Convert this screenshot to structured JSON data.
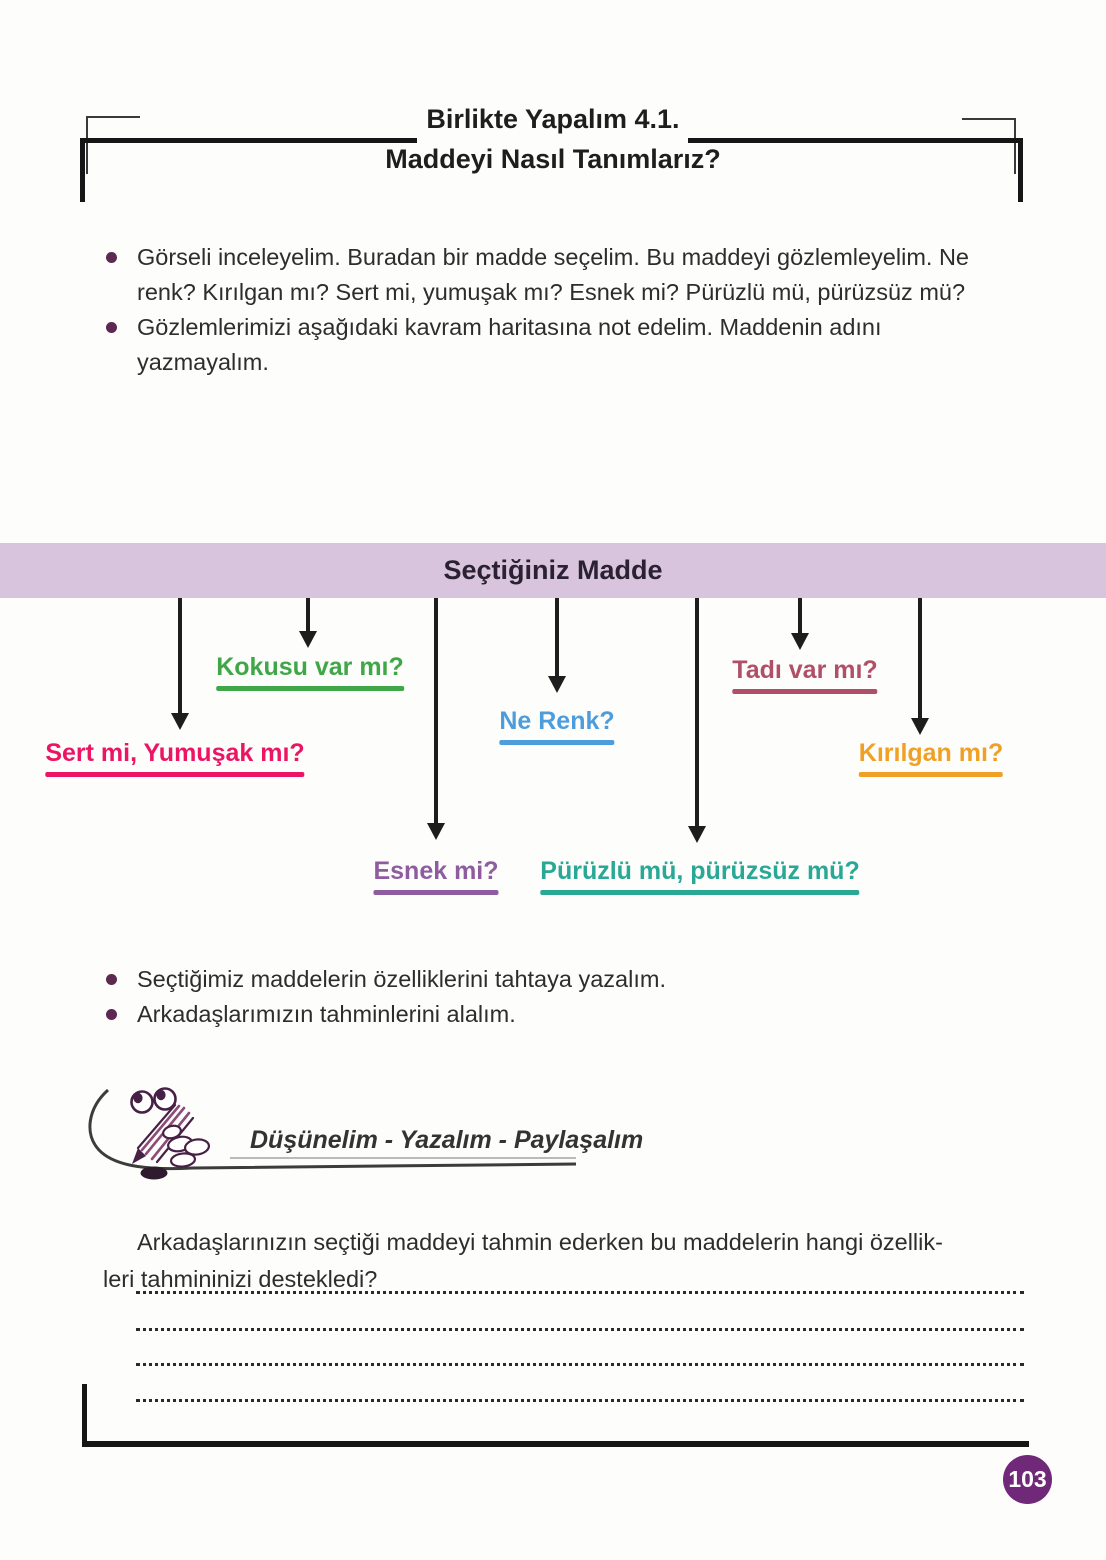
{
  "header": {
    "title": "Birlikte Yapalım 4.1.",
    "subtitle": "Maddeyi Nasıl Tanımlarız?"
  },
  "intro_bullets": [
    "Görseli inceleyelim. Buradan bir madde seçelim. Bu maddeyi gözlemleyelim. Ne renk? Kırılgan mı? Sert mi, yumuşak mı? Esnek mi? Pürüzlü mü, pürüzsüz mü?",
    "Gözlemlerimizi aşağıdaki kavram haritasına not edelim. Maddenin adını yazmayalım."
  ],
  "concept_map": {
    "root_label": "Seçtiğiniz Madde",
    "band_color": "#D8C4DC",
    "nodes": [
      {
        "label": "Sert mi, Yumuşak mı?",
        "color": "#EC1564"
      },
      {
        "label": "Kokusu var mı?",
        "color": "#3FA747"
      },
      {
        "label": "Esnek mi?",
        "color": "#8E5C9F"
      },
      {
        "label": "Ne Renk?",
        "color": "#4D9DDC"
      },
      {
        "label": "Pürüzlü mü, pürüzsüz mü?",
        "color": "#29A896"
      },
      {
        "label": "Tadı var mı?",
        "color": "#B04F66"
      },
      {
        "label": "Kırılgan mı?",
        "color": "#F0A125"
      }
    ]
  },
  "board_bullets": [
    "Seçtiğimiz maddelerin özelliklerini tahtaya yazalım.",
    "Arkadaşlarımızın tahminlerini alalım."
  ],
  "think_section": {
    "icon": "eyes-pencil-doodle-icon",
    "title": "Düşünelim - Yazalım - Paylaşalım"
  },
  "question_lines": [
    "Arkadaşlarınızın seçtiği maddeyi tahmin ederken bu maddelerin hangi özellik-",
    "leri tahmininizi destekledi?"
  ],
  "page_number": "103",
  "page_badge_color": "#702878"
}
